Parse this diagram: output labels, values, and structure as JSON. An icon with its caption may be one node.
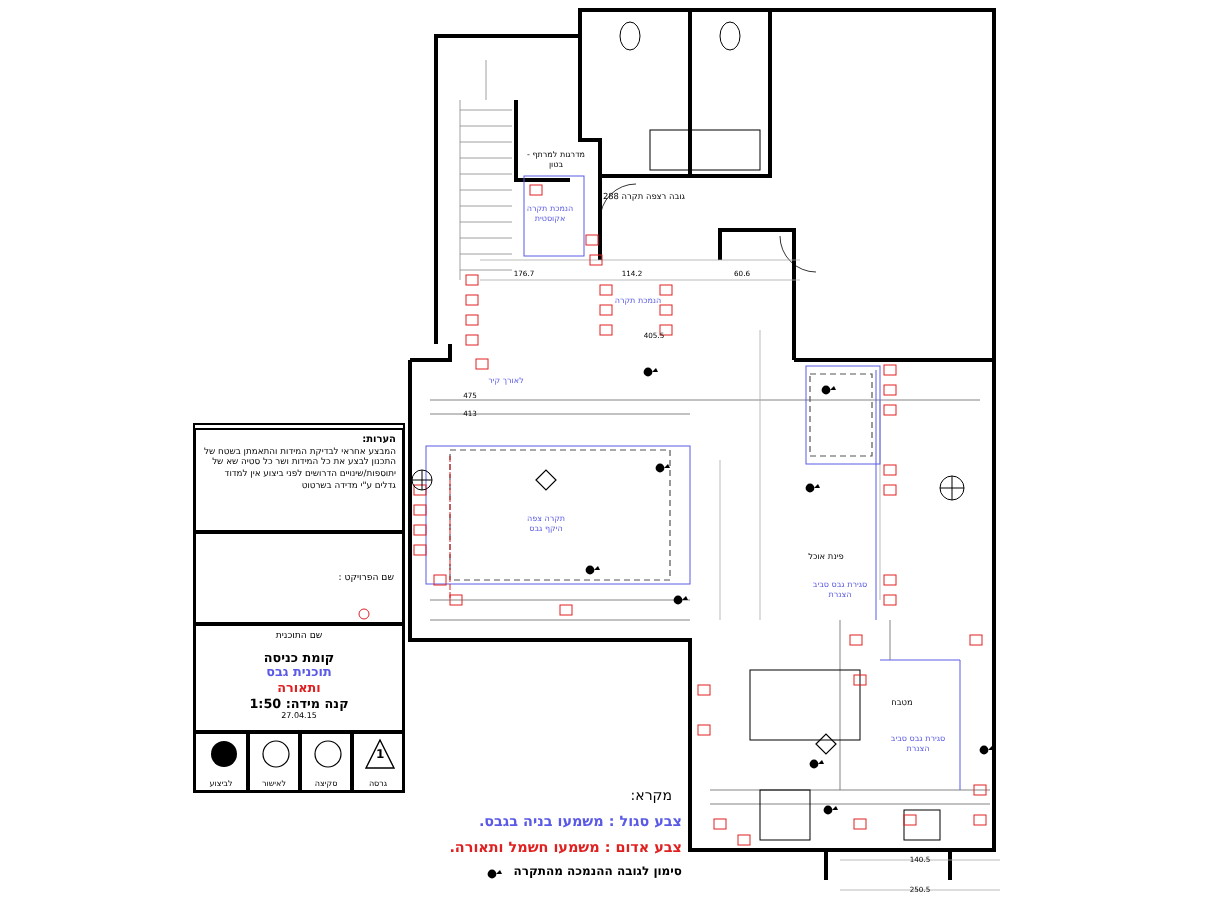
{
  "diagram": {
    "nodes": [
      {
        "text": [
          "הערות:",
          "המבצע אחראי לבדיקת המידות והתאמתן בשטח של התכנון לבצע את כל המידות ושר כל סטיה שא של יתוספות/שינויים הדרושים לפני ביצוע אין למדוד גדלים ע\"י מדידה בשרטוט"
        ]
      },
      {
        "text": [
          "שם הפרויקט :"
        ]
      },
      {
        "text": [
          "שם התוכנית",
          "קומת כניסה",
          "תוכנית גבס",
          "ותאורה",
          "קנה מידה: 1:50",
          "27.04.15"
        ]
      },
      {
        "text": [
          "1",
          "גרסה"
        ]
      },
      {
        "text": [
          "סקיצה"
        ]
      },
      {
        "text": [
          "לאישור"
        ]
      },
      {
        "text": [
          "לביצוע"
        ]
      }
    ],
    "labels": [
      "מדרגות למרתף - בטון",
      "גובה רצפה תקרה 288",
      "הנמכת תקרה אקוסטית",
      "176.7",
      "114.2",
      "60.6",
      "הנמכת תקרה",
      "405.5",
      "לאורך קיר",
      "475",
      "413",
      "תקרה צפה היקף גבס",
      "פינת אוכל",
      "סגירת גבס סביב הצנרת",
      "מטבח",
      "סגירת גבס סביב הצנרת",
      "140.5",
      "250.5",
      "מקרא:",
      "צבע סגול : משמעו בניה בגבס.",
      "צבע אדום : משמעו חשמל ותאורה.",
      "סימון לגובה ההנמכה מהתקרה"
    ]
  }
}
